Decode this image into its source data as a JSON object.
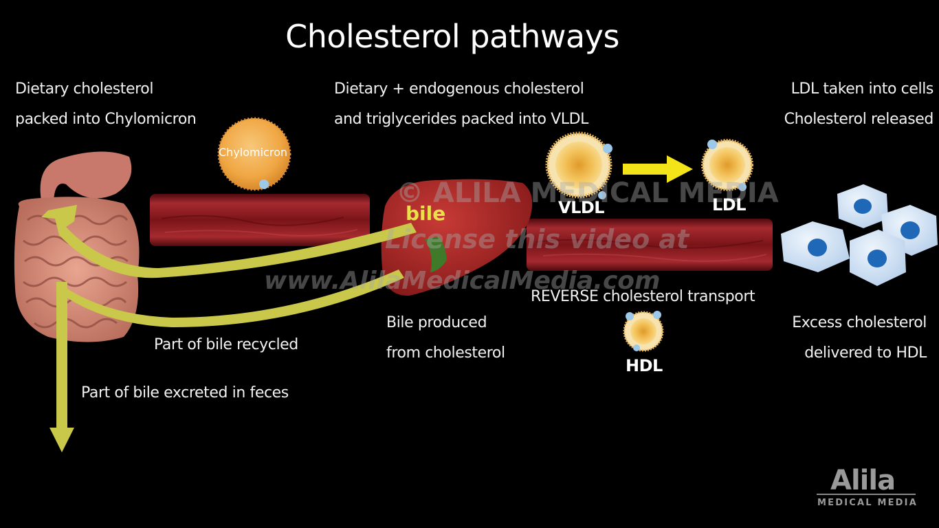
{
  "title": "Cholesterol pathways",
  "dietary": {
    "line1": "Dietary cholesterol",
    "line2": "packed into Chylomicron"
  },
  "chylomicron_label": "Chylomicron",
  "vldl_caption": {
    "line1": "Dietary + endogenous cholesterol",
    "line2": "and triglycerides packed into VLDL"
  },
  "ldl_caption": {
    "line1": "LDL taken into cells",
    "line2": "Cholesterol released"
  },
  "bile_label": "bile",
  "vldl_label": "VLDL",
  "ldl_label": "LDL",
  "hdl_label": "HDL",
  "reverse_label": "REVERSE cholesterol transport",
  "bile_produced": {
    "line1": "Bile produced",
    "line2": "from cholesterol"
  },
  "excess": {
    "line1": "Excess cholesterol",
    "line2": "delivered to HDL"
  },
  "recycled": "Part of bile recycled",
  "excreted": "Part of bile excreted in feces",
  "watermark": {
    "line1": "© ALILA MEDICAL MEDIA",
    "line2": "License this video at",
    "line3": "www.AlilaMedicalMedia.com"
  },
  "logo": {
    "name": "Alila",
    "sub": "MEDICAL MEDIA"
  },
  "colors": {
    "background": "#000000",
    "arrow": "#c9c84a",
    "flow_arrow": "#f2e418",
    "vessel": "#7a1418",
    "bile_text": "#e9e04a",
    "lipoprotein": "#f0a643",
    "cell": "#cfe0f3",
    "nucleus": "#1f67b7"
  }
}
